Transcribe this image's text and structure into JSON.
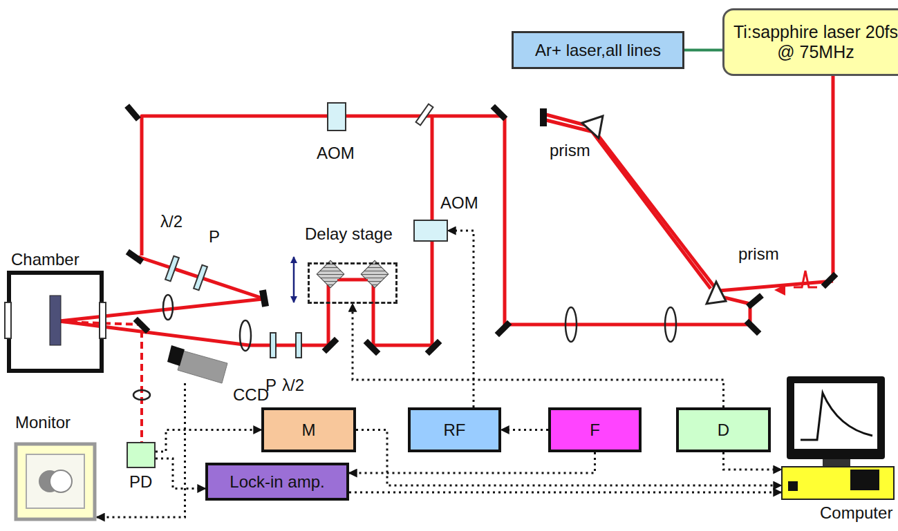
{
  "diagram": {
    "nodes": [
      {
        "text": [
          "Ar+ laser,all lines"
        ]
      },
      {
        "text": [
          "Ti:sapphire laser 20fs @ 75MHz"
        ]
      },
      {
        "text": [
          "AOM"
        ]
      },
      {
        "text": [
          "Delay stage"
        ]
      },
      {
        "text": [
          "AOM"
        ]
      },
      {
        "text": [
          "Chamber"
        ]
      },
      {
        "text": [
          "CCD"
        ]
      },
      {
        "text": [
          "Monitor"
        ]
      },
      {
        "text": [
          "M"
        ]
      },
      {
        "text": [
          "RF"
        ]
      },
      {
        "text": [
          "F"
        ]
      },
      {
        "text": [
          "D"
        ]
      },
      {
        "text": [
          "PD"
        ]
      },
      {
        "text": [
          "Lock-in amp."
        ]
      },
      {
        "text": [
          "Computer"
        ]
      }
    ],
    "edges": [
      {
        "from": 0,
        "to": 1,
        "arrow": "none"
      },
      {
        "from": 12,
        "to": 8,
        "arrow": "to"
      },
      {
        "from": 12,
        "to": 13,
        "arrow": "to"
      },
      {
        "from": 6,
        "to": 7,
        "arrow": "to"
      },
      {
        "from": 10,
        "to": 9,
        "arrow": "to"
      },
      {
        "from": 10,
        "to": 13,
        "arrow": "to"
      },
      {
        "from": 9,
        "to": 4,
        "arrow": "to"
      },
      {
        "from": 11,
        "to": 3,
        "arrow": "to"
      },
      {
        "from": 11,
        "to": 14,
        "arrow": "to"
      },
      {
        "from": 8,
        "to": 14,
        "arrow": "to"
      },
      {
        "from": 13,
        "to": 14,
        "arrow": "to"
      }
    ],
    "labels": [
      "prism",
      "prism",
      "λ/2",
      "P",
      "P",
      "λ/2"
    ]
  }
}
